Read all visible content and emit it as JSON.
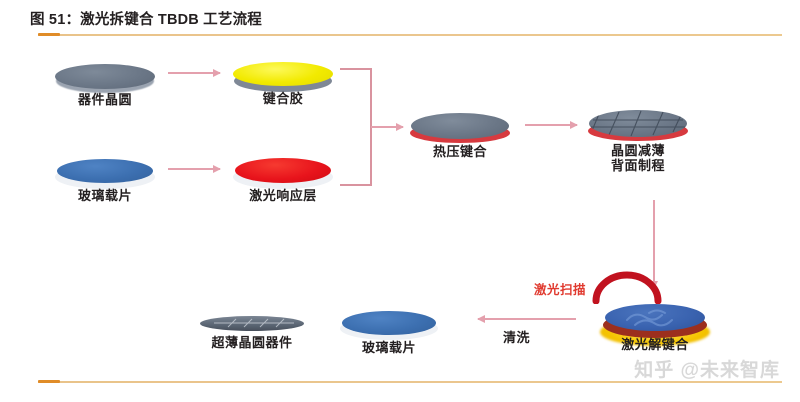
{
  "header": {
    "title": "图 51：激光拆键合 TBDB 工艺流程",
    "rule_color": "#e9c389",
    "rule_cap_color": "#e08c28"
  },
  "watermark": {
    "text": "知乎 @未来智库"
  },
  "diagram": {
    "type": "process-flow",
    "accent_arrow_color": "#e4a0ad",
    "laser_color": "#e03a2f",
    "nodes": [
      {
        "id": "device-wafer",
        "label": "器件晶圆",
        "top_color": "#6b7787",
        "edge_color": "#8f98a5",
        "glow_color": "",
        "pattern": "none"
      },
      {
        "id": "bonding-adhesive",
        "label": "键合胶",
        "top_color": "#f2ea00",
        "edge_color": "#7f8896",
        "glow_color": "",
        "pattern": "none"
      },
      {
        "id": "glass-carrier-top",
        "label": "玻璃载片",
        "top_color": "#3c6fb0",
        "edge_color": "#e8ecf1",
        "glow_color": "",
        "pattern": "none"
      },
      {
        "id": "laser-response-layer",
        "label": "激光响应层",
        "top_color": "#e8141c",
        "edge_color": "#e8ecf1",
        "glow_color": "",
        "pattern": "none"
      },
      {
        "id": "thermocompression-bonding",
        "label": "热压键合",
        "top_color": "#6b7787",
        "edge_color": "#d73a3f",
        "glow_color": "",
        "pattern": "none"
      },
      {
        "id": "wafer-thinning",
        "label": "晶圆减薄\n背面制程",
        "label_line1": "晶圆减薄",
        "label_line2": "背面制程",
        "top_color": "#6b7787",
        "edge_color": "#d73a3f",
        "glow_color": "",
        "pattern": "grid"
      },
      {
        "id": "laser-debonding",
        "label": "激光解键合",
        "top_color": "#3a63b0",
        "edge_color": "#9c2f1e",
        "glow_color": "#f5c400",
        "pattern": "swirl"
      },
      {
        "id": "glass-carrier-bottom",
        "label": "玻璃载片",
        "top_color": "#3c6fb0",
        "edge_color": "#e8ecf1",
        "glow_color": "",
        "pattern": "none"
      },
      {
        "id": "ultrathin-wafer-device",
        "label": "超薄晶圆器件",
        "top_color": "#6b7787",
        "edge_color": "#4e5864",
        "glow_color": "",
        "pattern": "thin-grid"
      }
    ],
    "edges": [
      {
        "id": "device-to-adhesive",
        "kind": "arrow-right",
        "label": ""
      },
      {
        "id": "glass-to-laser-layer",
        "kind": "arrow-right",
        "label": ""
      },
      {
        "id": "merge-to-bonding",
        "kind": "bracket-arrow-right",
        "label": ""
      },
      {
        "id": "bonding-to-thinning",
        "kind": "arrow-right",
        "label": ""
      },
      {
        "id": "thinning-to-debonding",
        "kind": "arrow-down",
        "label": ""
      },
      {
        "id": "debonding-to-carrier",
        "kind": "arrow-left",
        "label": "清洗"
      }
    ],
    "annotations": [
      {
        "id": "laser-scan",
        "label": "激光扫描",
        "color": "#e03a2f"
      }
    ]
  }
}
